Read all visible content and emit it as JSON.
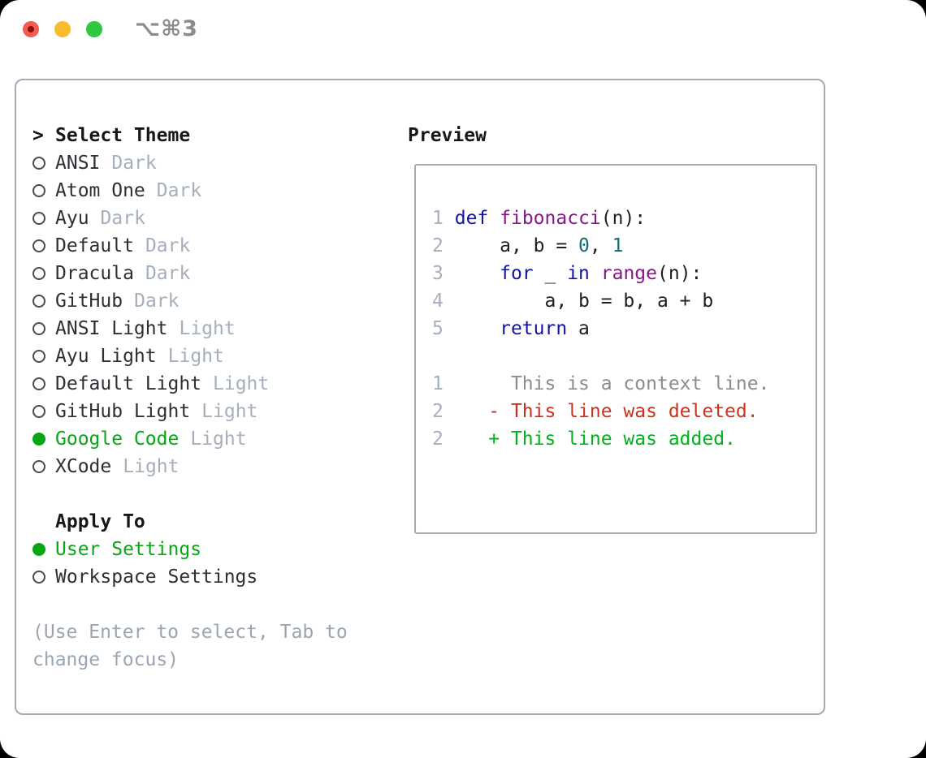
{
  "window": {
    "title": "⌥⌘3",
    "traffic_lights": [
      {
        "name": "close"
      },
      {
        "name": "minimize"
      },
      {
        "name": "zoom"
      }
    ]
  },
  "theme_selector": {
    "heading_marker": ">",
    "heading": "Select Theme",
    "themes": [
      {
        "name": "ANSI",
        "variant": "Dark",
        "selected": false
      },
      {
        "name": "Atom One",
        "variant": "Dark",
        "selected": false
      },
      {
        "name": "Ayu",
        "variant": "Dark",
        "selected": false
      },
      {
        "name": "Default",
        "variant": "Dark",
        "selected": false
      },
      {
        "name": "Dracula",
        "variant": "Dark",
        "selected": false
      },
      {
        "name": "GitHub",
        "variant": "Dark",
        "selected": false
      },
      {
        "name": "ANSI Light",
        "variant": "Light",
        "selected": false
      },
      {
        "name": "Ayu Light",
        "variant": "Light",
        "selected": false
      },
      {
        "name": "Default Light",
        "variant": "Light",
        "selected": false
      },
      {
        "name": "GitHub Light",
        "variant": "Light",
        "selected": false
      },
      {
        "name": "Google Code",
        "variant": "Light",
        "selected": true
      },
      {
        "name": "XCode",
        "variant": "Light",
        "selected": false
      }
    ],
    "apply_to": {
      "heading": "Apply To",
      "options": [
        {
          "label": "User Settings",
          "selected": true
        },
        {
          "label": "Workspace Settings",
          "selected": false
        }
      ]
    },
    "help_lines": [
      "(Use Enter to select, Tab to",
      "change focus)"
    ]
  },
  "preview": {
    "heading": "Preview",
    "code_lines": [
      {
        "num": "1",
        "tokens": [
          {
            "text": "def",
            "type": "keyword"
          },
          {
            "text": " ",
            "type": "plain"
          },
          {
            "text": "fibonacci",
            "type": "function"
          },
          {
            "text": "(n):",
            "type": "plain"
          }
        ]
      },
      {
        "num": "2",
        "tokens": [
          {
            "text": "    a, b = ",
            "type": "plain"
          },
          {
            "text": "0",
            "type": "number"
          },
          {
            "text": ", ",
            "type": "plain"
          },
          {
            "text": "1",
            "type": "number"
          }
        ]
      },
      {
        "num": "3",
        "tokens": [
          {
            "text": "    ",
            "type": "plain"
          },
          {
            "text": "for",
            "type": "keyword"
          },
          {
            "text": " _ ",
            "type": "plain"
          },
          {
            "text": "in",
            "type": "keyword"
          },
          {
            "text": " ",
            "type": "plain"
          },
          {
            "text": "range",
            "type": "function"
          },
          {
            "text": "(n):",
            "type": "plain"
          }
        ]
      },
      {
        "num": "4",
        "tokens": [
          {
            "text": "        a, b = b, a + b",
            "type": "plain"
          }
        ]
      },
      {
        "num": "5",
        "tokens": [
          {
            "text": "    ",
            "type": "plain"
          },
          {
            "text": "return",
            "type": "keyword"
          },
          {
            "text": " a",
            "type": "plain"
          }
        ]
      }
    ],
    "diff_lines": [
      {
        "num": "1",
        "kind": "context",
        "text": "     This is a context line."
      },
      {
        "num": "2",
        "kind": "deleted",
        "text": "   - This line was deleted."
      },
      {
        "num": "2",
        "kind": "added",
        "text": "   + This line was added."
      }
    ]
  },
  "colors": {
    "window_bg": "#ffffff",
    "border": "#a3abb5",
    "heading": "#17171b",
    "text": "#2e2e35",
    "muted": "#a5afbb",
    "help": "#9aa5b2",
    "radio_ring": "#4a4a52",
    "selection_green": "#09a614",
    "keyword": "#1414a8",
    "function": "#871687",
    "number": "#0d6e74",
    "code_text": "#1e1e24",
    "line_number": "#a6b0bc",
    "diff_context": "#8c8c8c",
    "diff_deleted": "#c9331e",
    "diff_added": "#00b31e",
    "titlebar_title": "#8b8b90",
    "traffic_red": "#f25c54",
    "traffic_red_dot": "#8c1209",
    "traffic_yellow": "#f7bd2c",
    "traffic_green": "#2bc840"
  }
}
